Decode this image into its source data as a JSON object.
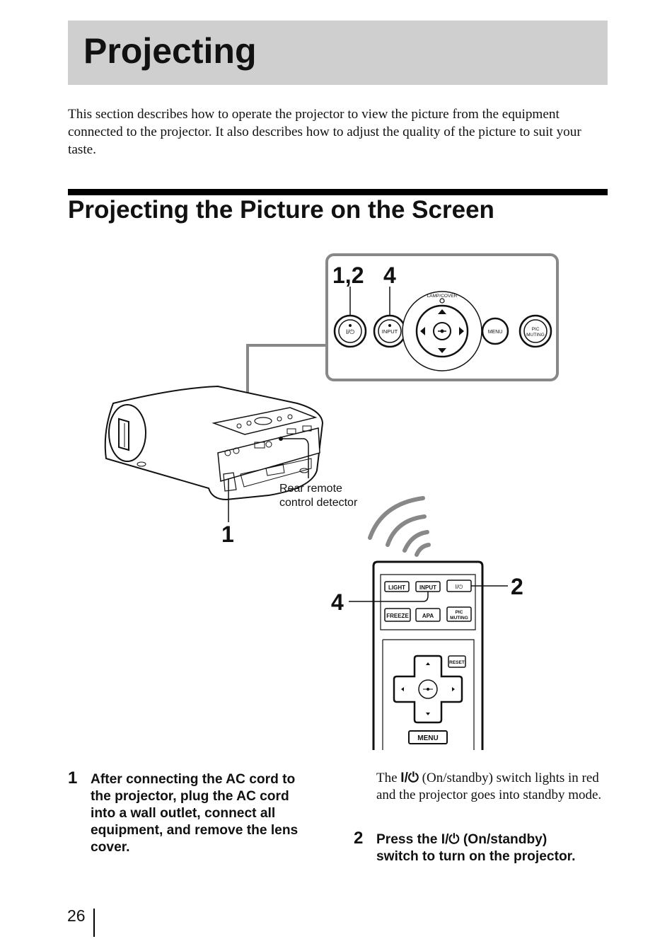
{
  "page": {
    "title": "Projecting",
    "intro": "This section describes how to operate the projector to view the picture from the equipment connected to the projector. It also describes how to adjust the quality of the picture to suit your taste.",
    "section_heading": "Projecting the Picture on the Screen",
    "page_number": "26"
  },
  "figure": {
    "callout_top": "1,2  4",
    "callout_top_a": "1,2",
    "callout_top_b": "4",
    "panel_buttons": {
      "power": "I/⏻",
      "input": "INPUT",
      "lamp_cover": "LAMP/COVER",
      "menu": "MENU",
      "pic_muting_1": "PIC",
      "pic_muting_2": "MUTING"
    },
    "detector_label_1": "Rear remote",
    "detector_label_2": "control detector",
    "callout_1": "1",
    "callout_2": "2",
    "callout_4": "4",
    "remote_buttons": {
      "light": "LIGHT",
      "input": "INPUT",
      "power": "I/⏻",
      "freeze": "FREEZE",
      "apa": "APA",
      "pic_1": "PIC",
      "pic_2": "MUTING",
      "reset": "RESET",
      "menu": "MENU"
    }
  },
  "steps": [
    {
      "number": "1",
      "text_lines": [
        "After connecting the AC cord to",
        "the projector, plug the AC cord",
        "into a wall outlet, connect all",
        "equipment, and remove the lens",
        "cover."
      ]
    },
    {
      "number": "2",
      "line1_pre": "Press the ",
      "line1_symbol": "I/⏻",
      "line1_post": " (On/standby)",
      "line2": "switch to turn on the projector."
    }
  ],
  "note": {
    "pre": "The ",
    "symbol": "I/⏻",
    "post": " (On/standby) switch lights in red and the projector goes into standby mode."
  }
}
